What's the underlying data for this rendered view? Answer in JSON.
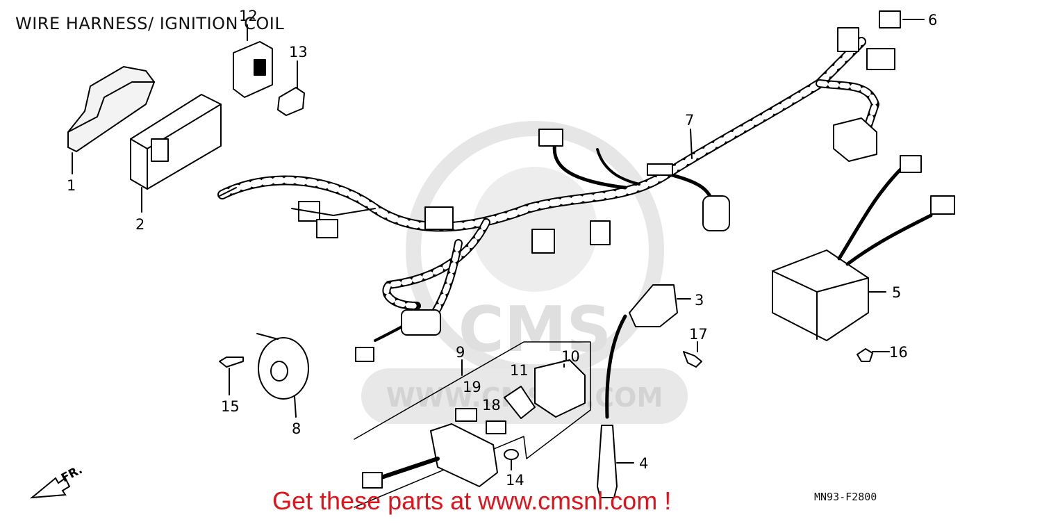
{
  "header": {
    "title": "WIRE HARNESS/ IGNITION COIL"
  },
  "diagram_code": "MN93-F2800",
  "promo_text": "Get these parts at www.cmsnl.com !",
  "direction_label": "FR.",
  "watermark": {
    "logo": "CMS",
    "url": "WWW.CMSNL.COM"
  },
  "parts": [
    {
      "num": "1"
    },
    {
      "num": "2"
    },
    {
      "num": "3"
    },
    {
      "num": "4"
    },
    {
      "num": "5"
    },
    {
      "num": "6"
    },
    {
      "num": "7"
    },
    {
      "num": "8"
    },
    {
      "num": "9"
    },
    {
      "num": "10"
    },
    {
      "num": "11"
    },
    {
      "num": "12"
    },
    {
      "num": "13"
    },
    {
      "num": "14"
    },
    {
      "num": "15"
    },
    {
      "num": "16"
    },
    {
      "num": "17"
    },
    {
      "num": "18"
    },
    {
      "num": "19"
    }
  ],
  "colors": {
    "line": "#000000",
    "promo": "#e0121a",
    "watermark": "#d9d9d9"
  }
}
